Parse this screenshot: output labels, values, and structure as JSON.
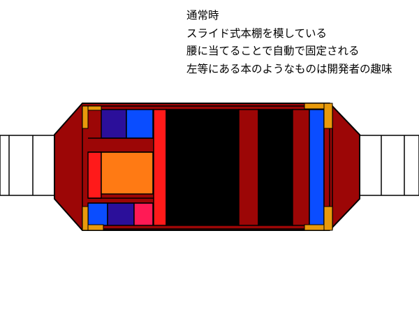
{
  "caption": {
    "lines": [
      "通常時",
      "スライド式本棚を模している",
      "腰に当てることで自動で固定される",
      "左等にある本のようなものは開発者の趣味"
    ]
  },
  "colors": {
    "belt_fill": "#ffffff",
    "outline": "#000000",
    "body_dark_red": "#9c0606",
    "red": "#ff1a1a",
    "corner_orange": "#e89a0c",
    "navy": "#2b0f9a",
    "blue": "#0a4dff",
    "orange": "#ff7a14",
    "pink": "#ff1a55",
    "screen_black": "#000000"
  },
  "icons": [
    "belt-strap-left",
    "belt-strap-right",
    "buckle-body",
    "book-blocks",
    "sliding-shelf-panels"
  ]
}
